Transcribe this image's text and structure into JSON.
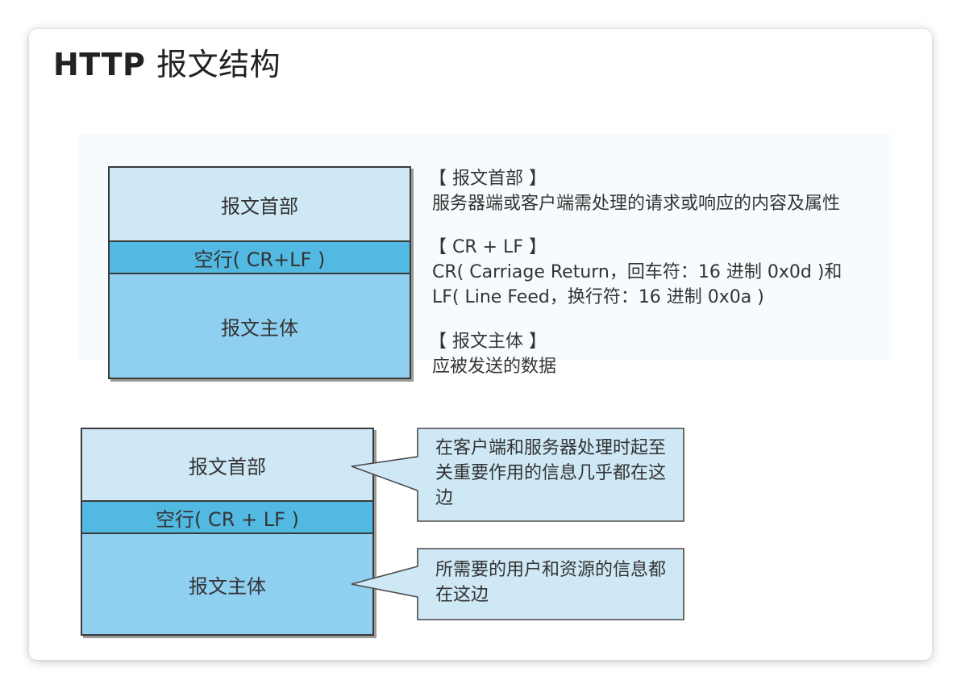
{
  "page": {
    "title_en": "HTTP",
    "title_cn": "报文结构"
  },
  "top_diagram": {
    "segments": {
      "header": "报文首部",
      "crlf": "空行( CR+LF )",
      "body": "报文主体"
    },
    "descriptions": [
      {
        "heading": "【 报文首部 】",
        "lines": [
          "服务器端或客户端需处理的请求或响应的内容及属性"
        ]
      },
      {
        "heading": "【 CR + LF 】",
        "lines": [
          "CR( Carriage Return，回车符：16 进制 0x0d )和",
          "LF( Line Feed，换行符：16 进制 0x0a )"
        ]
      },
      {
        "heading": "【 报文主体 】",
        "lines": [
          "应被发送的数据"
        ]
      }
    ]
  },
  "bottom_diagram": {
    "segments": {
      "header": "报文首部",
      "crlf": "空行( CR + LF )",
      "body": "报文主体"
    },
    "callouts": [
      {
        "text": "在客户端和服务器处理时起至关重要作用的信息几乎都在这边"
      },
      {
        "text": "所需要的用户和资源的信息都在这边"
      }
    ]
  },
  "colors": {
    "header_fill": "#cfe8f6",
    "crlf_fill": "#52b9e3",
    "body_fill": "#8fd0f1",
    "callout_fill": "#cfe8f6"
  }
}
